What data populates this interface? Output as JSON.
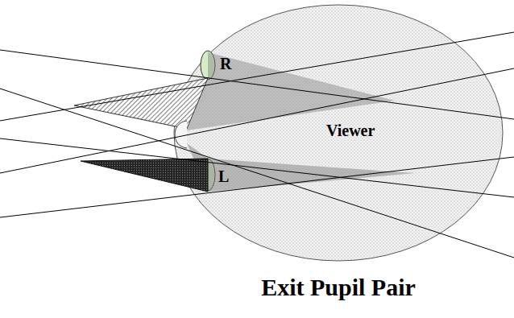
{
  "diagram": {
    "title": "Exit Pupil Pair",
    "nodes": [
      {
        "text": [
          "Viewer"
        ]
      },
      {
        "text": [
          "R"
        ],
        "in": 0
      },
      {
        "text": [
          "L"
        ],
        "in": 0
      }
    ]
  }
}
